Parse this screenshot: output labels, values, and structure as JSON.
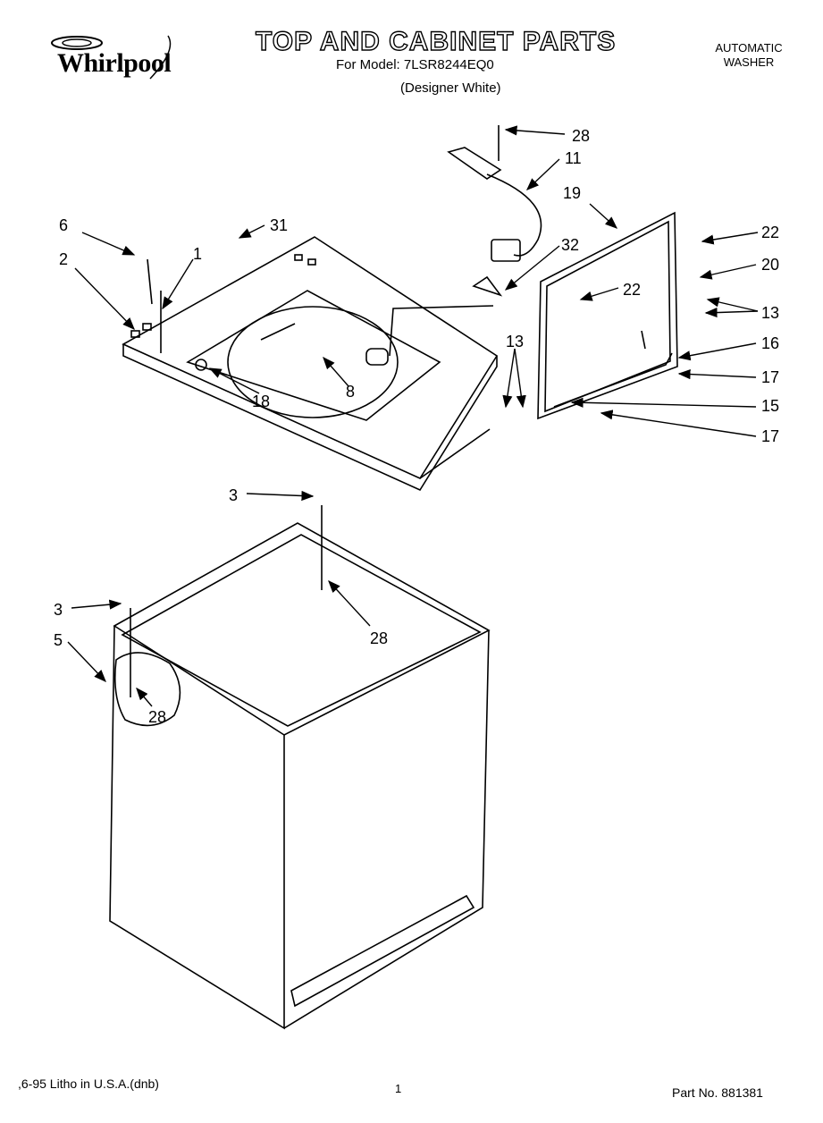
{
  "header": {
    "brand": "Whirlpool",
    "title": "TOP AND CABINET PARTS",
    "model_line": "For Model: 7LSR8244EQ0",
    "variant_line": "(Designer White)",
    "appliance_type": [
      "AUTOMATIC",
      "WASHER"
    ]
  },
  "callouts": {
    "c28a": "28",
    "c11": "11",
    "c19": "19",
    "c22a": "22",
    "c6": "6",
    "c31": "31",
    "c32": "32",
    "c1": "1",
    "c2": "2",
    "c20": "20",
    "c22b": "22",
    "c13a": "13",
    "c13b": "13",
    "c16": "16",
    "c17a": "17",
    "c8": "8",
    "c18": "18",
    "c15": "15",
    "c17b": "17",
    "c3a": "3",
    "c28b": "28",
    "c3b": "3",
    "c5": "5",
    "c28c": "28"
  },
  "footer": {
    "litho": ",6-95 Litho in U.S.A.(dnb)",
    "page": "1",
    "part_no": "Part No. 881381"
  }
}
